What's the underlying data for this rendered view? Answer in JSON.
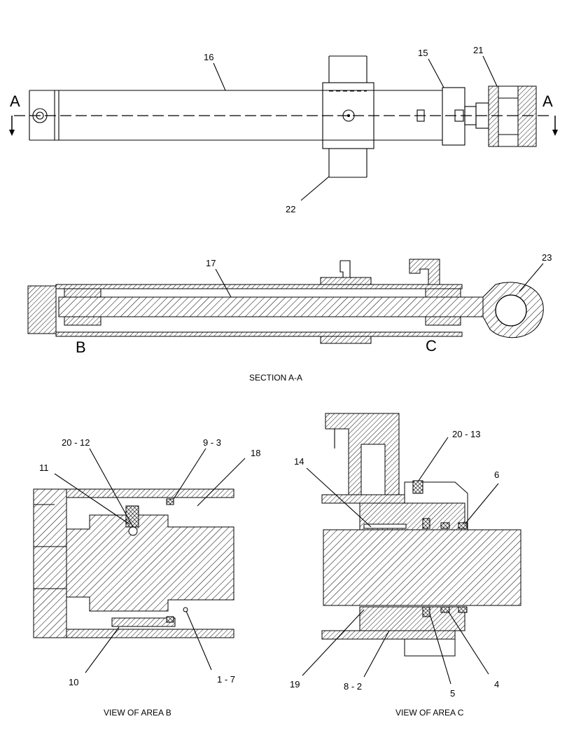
{
  "top_view": {
    "section_marker_left": "A",
    "section_marker_right": "A",
    "callouts": {
      "c16": "16",
      "c15": "15",
      "c21": "21",
      "c22": "22"
    }
  },
  "section_view": {
    "callouts": {
      "c17": "17",
      "c23": "23"
    },
    "area_b_marker": "B",
    "area_c_marker": "C",
    "caption": "SECTION A-A"
  },
  "view_b": {
    "callouts": {
      "c20_12": "20 - 12",
      "c9_3": "9 - 3",
      "c11": "11",
      "c18": "18",
      "c10": "10",
      "c1_7": "1 - 7"
    },
    "caption": "VIEW OF AREA B"
  },
  "view_c": {
    "callouts": {
      "c20_13": "20 - 13",
      "c14": "14",
      "c6": "6",
      "c19": "19",
      "c8_2": "8 - 2",
      "c5": "5",
      "c4": "4"
    },
    "caption": "VIEW OF AREA C"
  }
}
